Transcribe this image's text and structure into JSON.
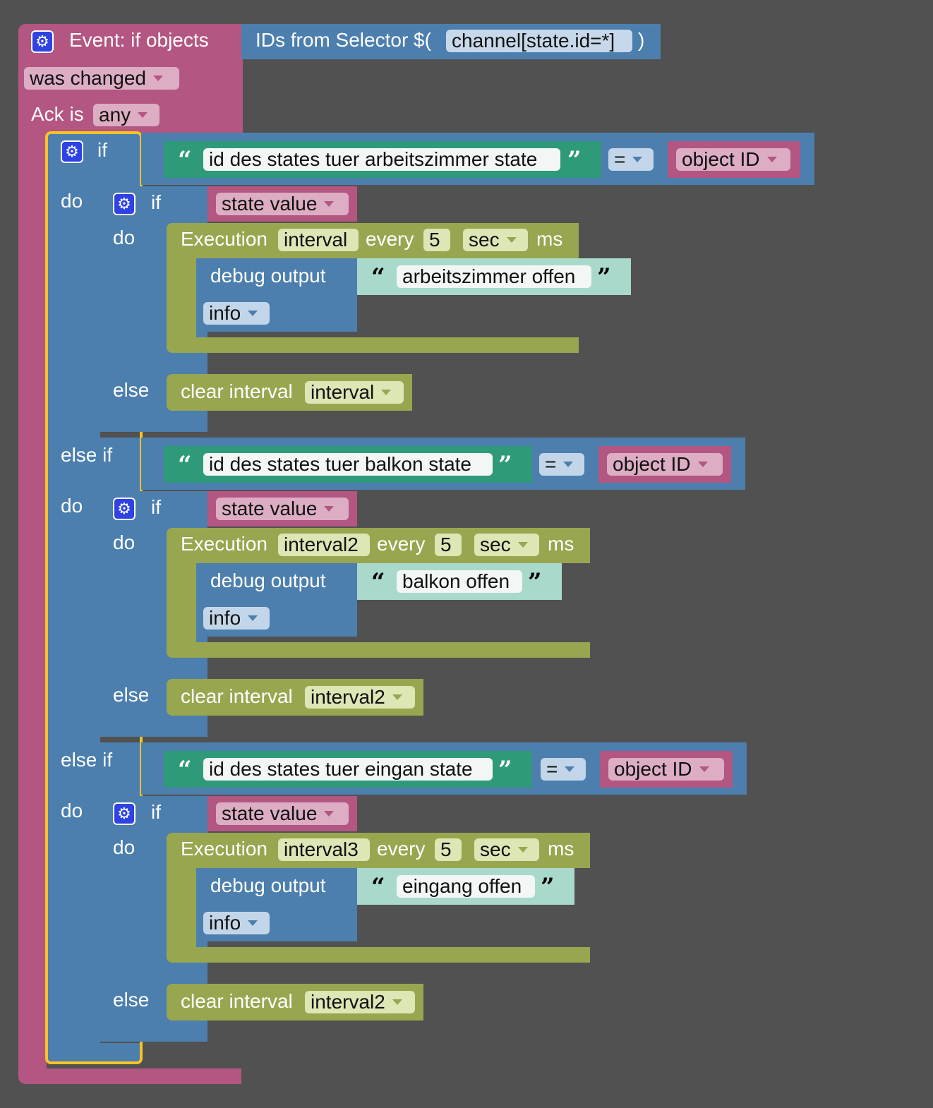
{
  "event": {
    "title": "Event: if objects",
    "selector_prefix": "IDs from Selector $(",
    "selector_value": "channel[state.id=*]",
    "selector_suffix": ")",
    "trigger": "was changed",
    "ack_label": "Ack is",
    "ack_value": "any"
  },
  "keywords": {
    "if": "if",
    "do": "do",
    "else": "else",
    "else_if": "else if",
    "execution": "Execution",
    "every": "every",
    "ms": "ms",
    "debug_output": "debug output",
    "clear_interval": "clear interval",
    "open_quote": "“",
    "close_quote": "”"
  },
  "branches": [
    {
      "keyword": "if",
      "compare_text": "id des states tuer arbeitszimmer state",
      "operator": "=",
      "object_id": "object ID",
      "inner_condition": "state value",
      "interval_name": "interval",
      "every_value": "5",
      "unit": "sec",
      "debug_text": "arbeitszimmer offen",
      "log_level": "info",
      "clear_interval_name": "interval"
    },
    {
      "keyword": "else if",
      "compare_text": "id des states tuer balkon state",
      "operator": "=",
      "object_id": "object ID",
      "inner_condition": "state value",
      "interval_name": "interval2",
      "every_value": "5",
      "unit": "sec",
      "debug_text": "balkon offen",
      "log_level": "info",
      "clear_interval_name": "interval2"
    },
    {
      "keyword": "else if",
      "compare_text": "id des states tuer eingan state",
      "operator": "=",
      "object_id": "object ID",
      "inner_condition": "state value",
      "interval_name": "interval3",
      "every_value": "5",
      "unit": "sec",
      "debug_text": "eingang offen",
      "log_level": "info",
      "clear_interval_name": "interval2"
    }
  ],
  "colors": {
    "background": "#515151",
    "event_block": "#b35681",
    "logic_block": "#4c7fae",
    "text_block": "#2f9a79",
    "timer_block": "#98a650",
    "debug_text_block": "#a9d9cb",
    "selection_outline": "#f7c325",
    "mutator_icon": "#2f43e3"
  }
}
